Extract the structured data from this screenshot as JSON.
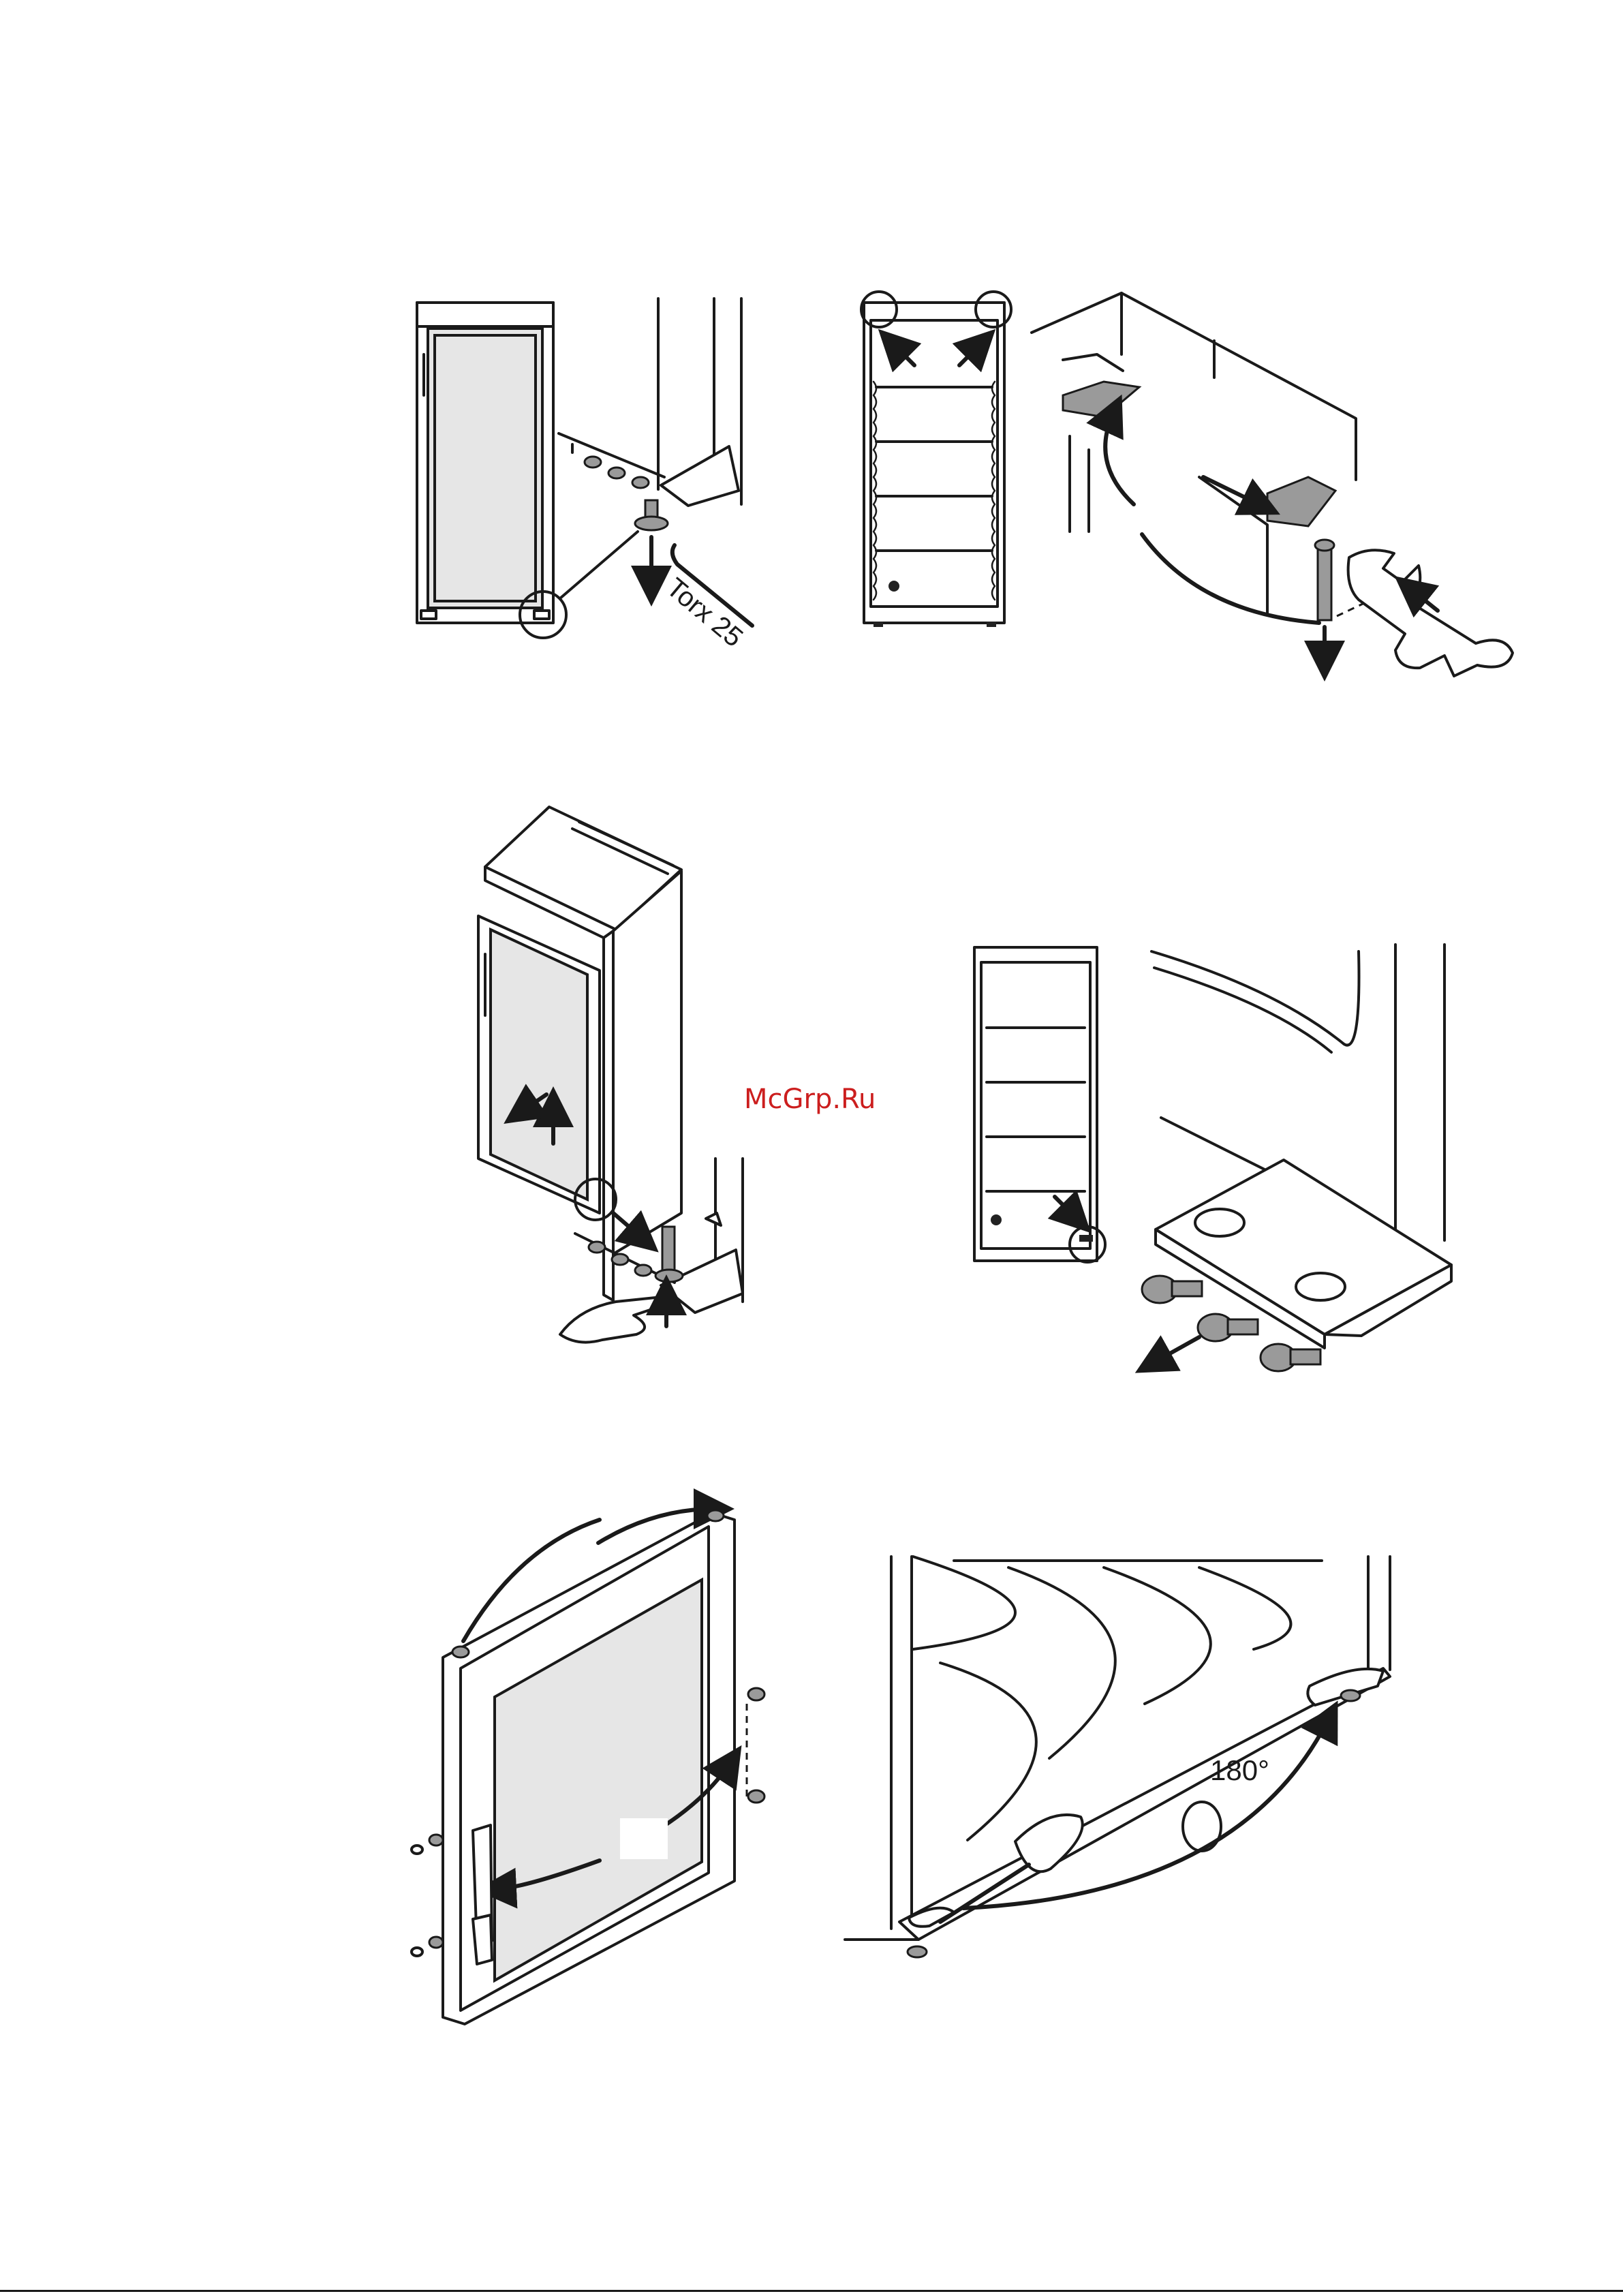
{
  "labels": {
    "tool": "Torx 25",
    "angle": "180°"
  },
  "watermark": {
    "text": "McGrp.Ru",
    "color": "#cc1e1e"
  }
}
